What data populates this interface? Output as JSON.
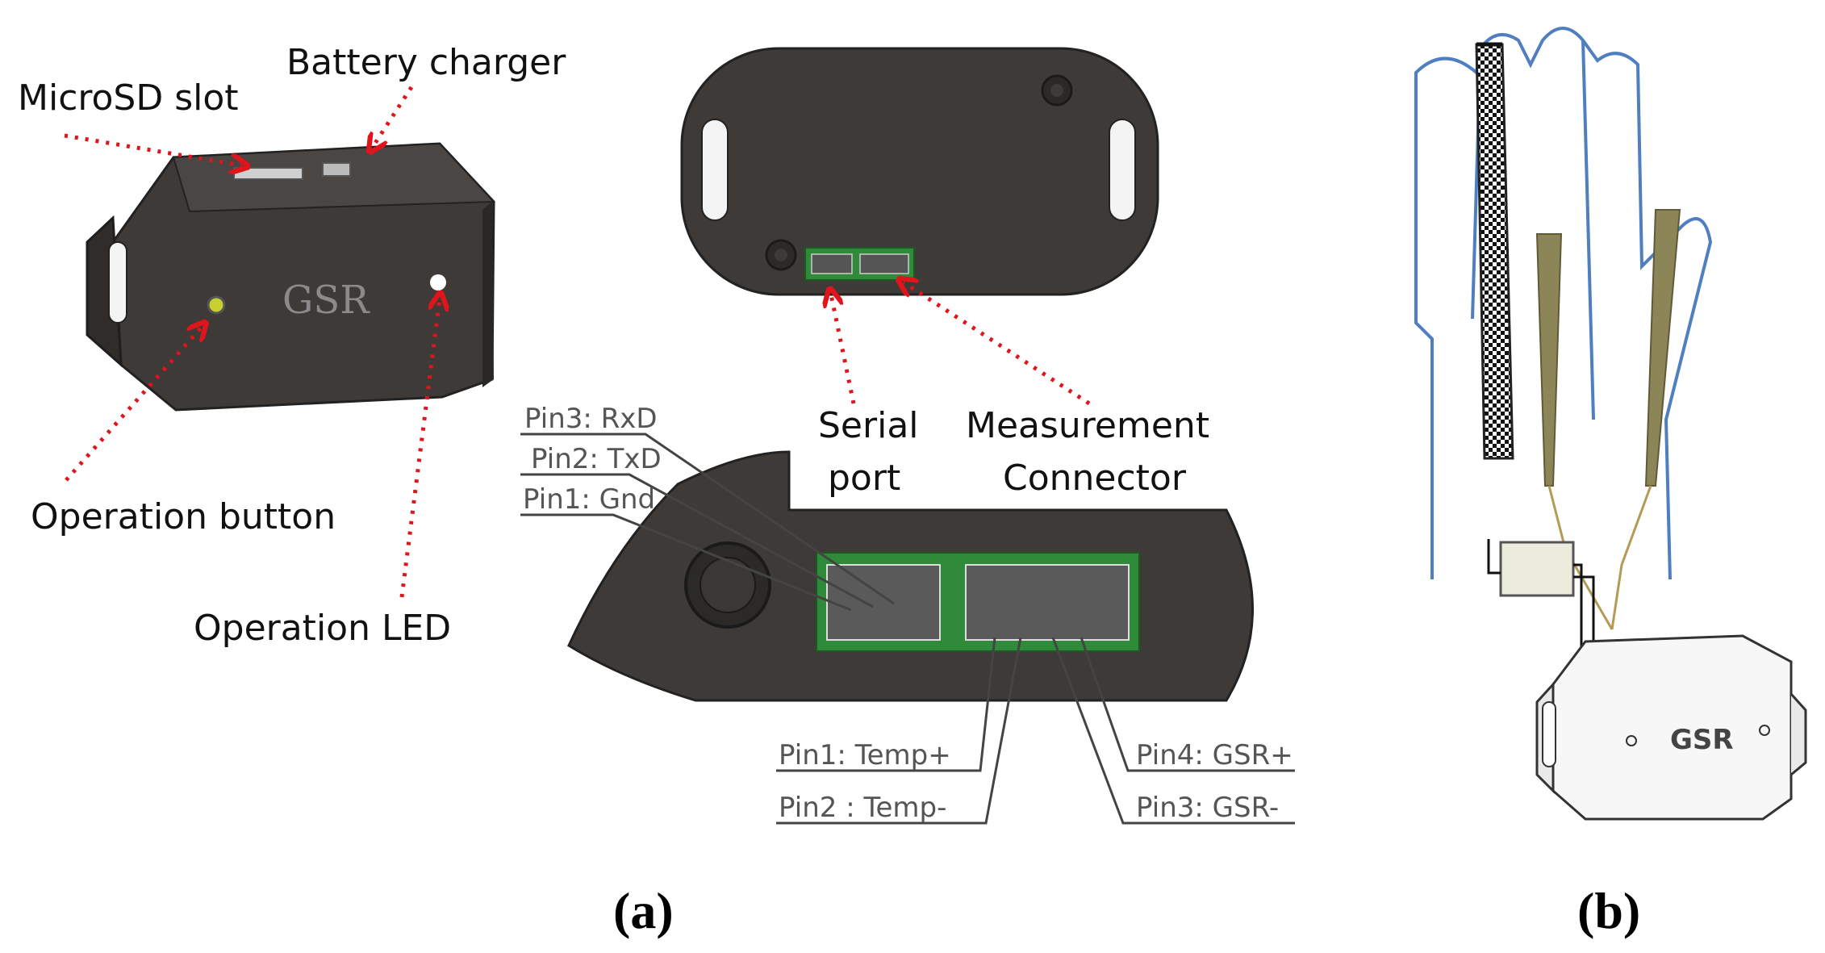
{
  "panel_a": {
    "label": "(a)",
    "callouts": {
      "microsd_slot": "MicroSD slot",
      "battery_charger": "Battery charger",
      "operation_button": "Operation button",
      "operation_led": "Operation LED",
      "serial_port_line1": "Serial",
      "serial_port_line2": "port",
      "measurement_line1": "Measurement",
      "measurement_line2": "Connector"
    },
    "device_logo": "GSR",
    "serial_pins": [
      "Pin3: RxD",
      "Pin2: TxD",
      "Pin1: Gnd"
    ],
    "measurement_pins_left": [
      "Pin1: Temp+",
      "Pin2 : Temp-"
    ],
    "measurement_pins_right": [
      "Pin4: GSR+",
      "Pin3: GSR-"
    ]
  },
  "panel_b": {
    "label": "(b)",
    "device_logo": "GSR"
  },
  "colors": {
    "device_body": "#3d3a38",
    "callout_arrow": "#e0141b",
    "connector_pcb": "#2f8a3a",
    "hand_outline": "#4f7fc0",
    "electrode": "#8b8558"
  }
}
